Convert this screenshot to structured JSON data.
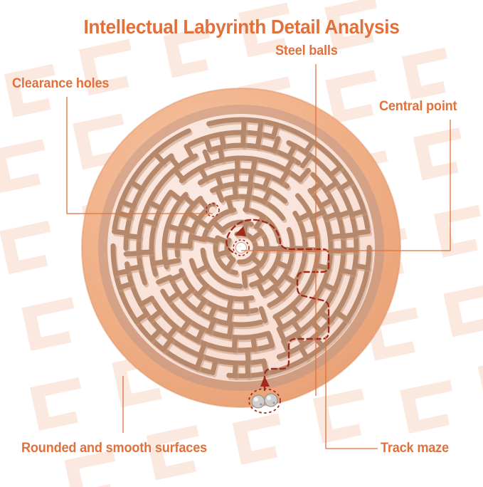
{
  "page": {
    "title": "Intellectual Labyrinth Detail Analysis",
    "background_color": "#FFFFFF",
    "accent_color": "#E2703A"
  },
  "figure": {
    "name": "circular-labyrinth-maze",
    "outer_ring_color": "#EFAE84",
    "inner_ring_color": "#D9A488",
    "maze_wall_color": "#B5876B",
    "maze_floor_color": "#F9E0D6",
    "track_path_color": "#A52A1A",
    "steel_ball_color": "#D8D8D8",
    "center_point_color": "#FFFFFF",
    "watermark_color": "#FBE8E0"
  },
  "callouts": [
    {
      "id": "clearance-holes",
      "label": "Clearance holes",
      "leader": "L-shape: down then right"
    },
    {
      "id": "steel-balls",
      "label": "Steel balls",
      "leader": "vertical down"
    },
    {
      "id": "central-point",
      "label": "Central point",
      "leader": "L-shape: down then left"
    },
    {
      "id": "rounded-smooth-surfaces",
      "label": "Rounded and smooth surfaces",
      "leader": "vertical up"
    },
    {
      "id": "track-maze",
      "label": "Track maze",
      "leader": "L-shape: left then up"
    }
  ]
}
